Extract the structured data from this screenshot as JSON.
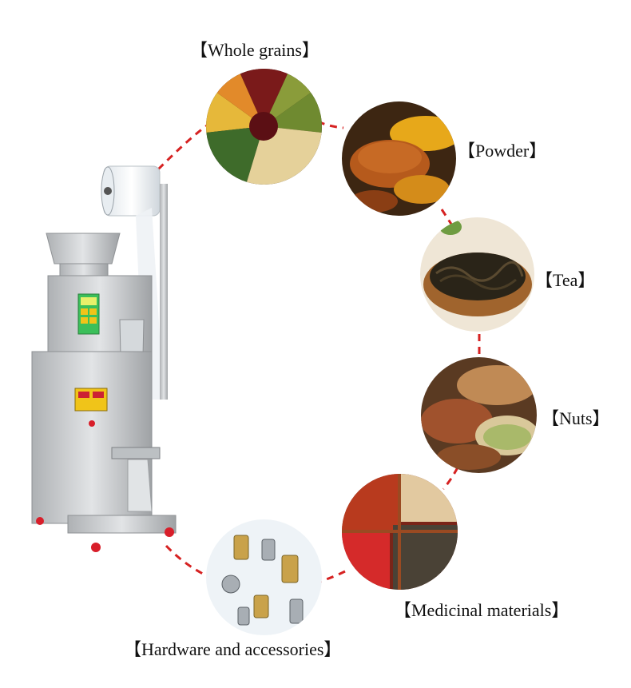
{
  "categories": [
    {
      "key": "grains",
      "label": "【Whole grains】"
    },
    {
      "key": "powder",
      "label": "【Powder】"
    },
    {
      "key": "tea",
      "label": "【Tea】"
    },
    {
      "key": "nuts",
      "label": "【Nuts】"
    },
    {
      "key": "medicinal",
      "label": "【Medicinal materials】"
    },
    {
      "key": "hardware",
      "label": "【Hardware and accessories】"
    }
  ],
  "colors": {
    "connector": "#d62222",
    "machine_body": "#c9cbcd",
    "panel_green": "#3bbf5a",
    "panel_yellow": "#f0c419",
    "wheel": "#d81e2a"
  },
  "icons": [
    "packing-machine-illustration",
    "dashed-connector"
  ]
}
